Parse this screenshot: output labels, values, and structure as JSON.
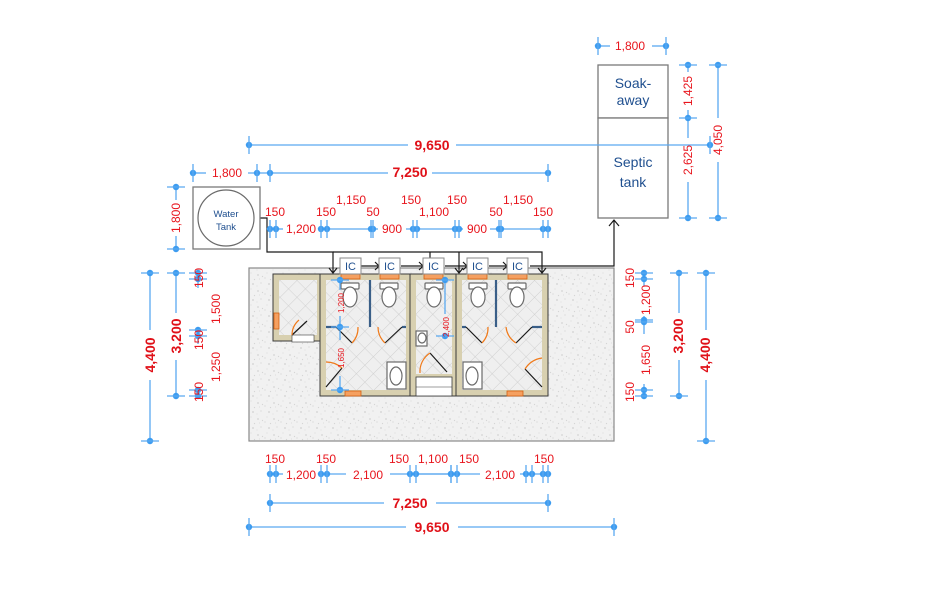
{
  "colors": {
    "dimension_line": "#5aa9f0",
    "dimension_text": "#e8141c",
    "label_text": "#1f4f8f",
    "wall_fill": "#d8d0b0",
    "window_fill": "#f5a060",
    "door_swing": "#f07a1a",
    "pipe": "#1a1a1a"
  },
  "components": {
    "water_tank": {
      "line1": "Water",
      "line2": "Tank"
    },
    "soakaway": {
      "line1": "Soak-",
      "line2": "away"
    },
    "septic_tank": {
      "line1": "Septic",
      "line2": "tank"
    },
    "inspection_chambers": [
      "IC",
      "IC",
      "IC",
      "IC",
      "IC"
    ]
  },
  "dimensions": {
    "top_overall": "9,650",
    "top_building": "7,250",
    "top_tank_gap": "1,800",
    "soakaway_width": "1,800",
    "soakaway_height": "1,425",
    "septic_height": "2,625",
    "tank_total_height": "4,050",
    "water_tank_height": "1,800",
    "top_chain": {
      "upper_row": [
        "1,150",
        "150",
        "150",
        "1,150"
      ],
      "lower_row": [
        "150",
        "1,200",
        "150",
        "50",
        "900",
        "1,100",
        "900",
        "50",
        "150"
      ]
    },
    "left_overall": "4,400",
    "left_building": "3,200",
    "left_chain": [
      "150",
      "1,500",
      "150",
      "1,250",
      "150"
    ],
    "right_chain": [
      "150",
      "1,200",
      "50",
      "1,650",
      "150"
    ],
    "right_building": "3,200",
    "right_overall": "4,400",
    "interior_left_upper": "1,200",
    "interior_left_lower": "1,650",
    "interior_center": "2,400",
    "bottom_chain_labels": [
      "150",
      "1,200",
      "150",
      "2,100",
      "150",
      "1,100",
      "150",
      "2,100",
      "150"
    ],
    "bottom_building": "7,250",
    "bottom_overall": "9,650"
  }
}
